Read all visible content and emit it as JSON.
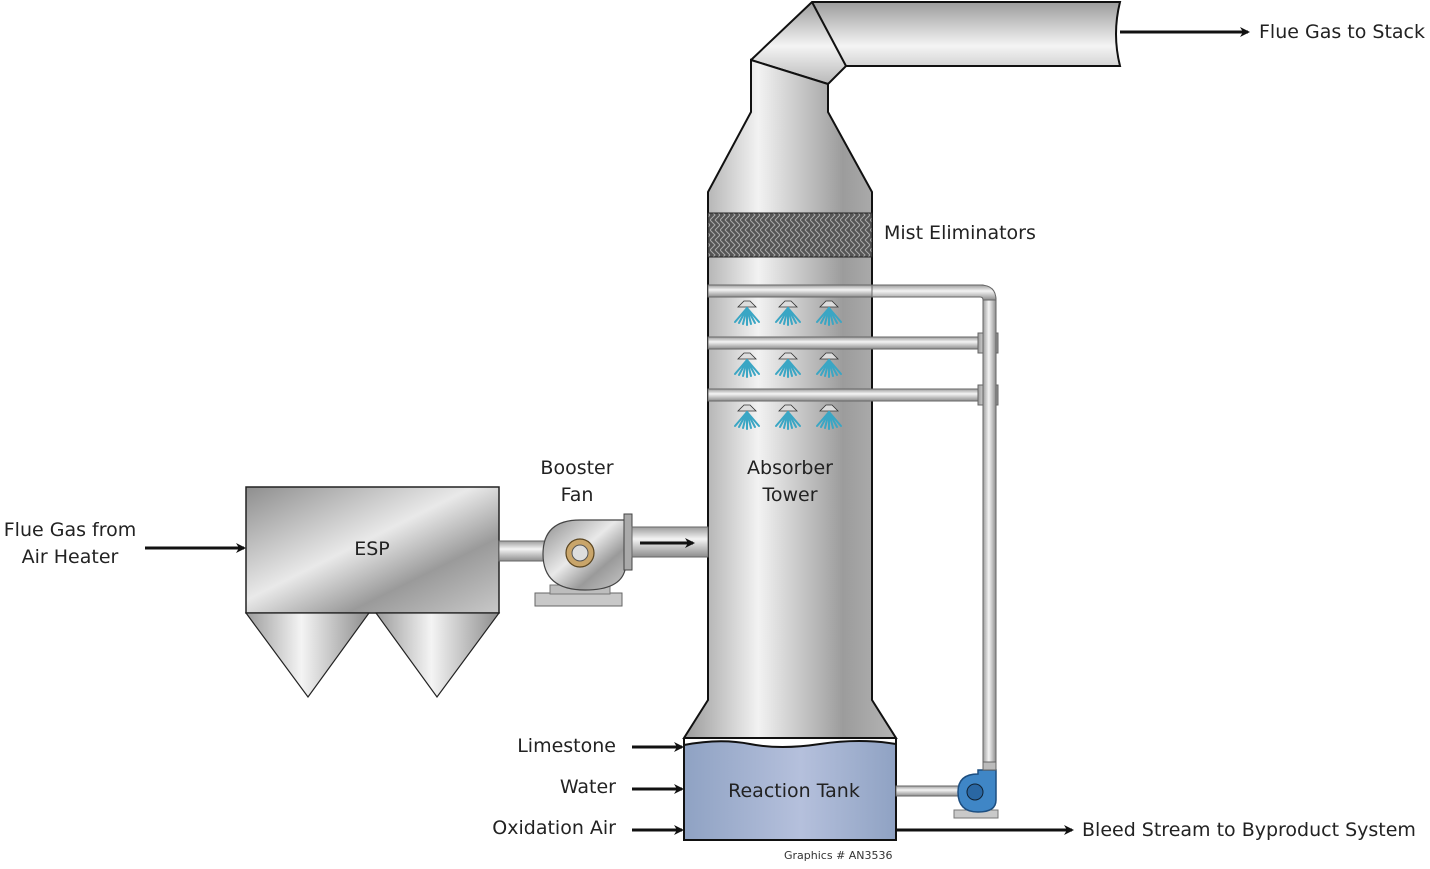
{
  "diagram": {
    "type": "process-flow",
    "subject": "Wet flue gas desulfurization (limestone scrubber)",
    "credit": "Graphics # AN3536",
    "colors": {
      "steel": "#a9a9a9",
      "slurry": "#9fb0d0",
      "spray": "#3aa6c4",
      "pump": "#3f86c6",
      "arrow": "#111111"
    }
  },
  "equipment": {
    "esp": "ESP",
    "booster_fan_line1": "Booster",
    "booster_fan_line2": "Fan",
    "absorber_line1": "Absorber",
    "absorber_line2": "Tower",
    "mist_eliminators": "Mist Eliminators",
    "reaction_tank": "Reaction Tank"
  },
  "streams": {
    "inlet_line1": "Flue Gas from",
    "inlet_line2": "Air Heater",
    "outlet": "Flue Gas to Stack",
    "limestone": "Limestone",
    "water": "Water",
    "oxidation_air": "Oxidation Air",
    "bleed": "Bleed Stream to Byproduct System"
  },
  "spray_headers": {
    "levels": 3,
    "nozzles_per_level": 3
  }
}
